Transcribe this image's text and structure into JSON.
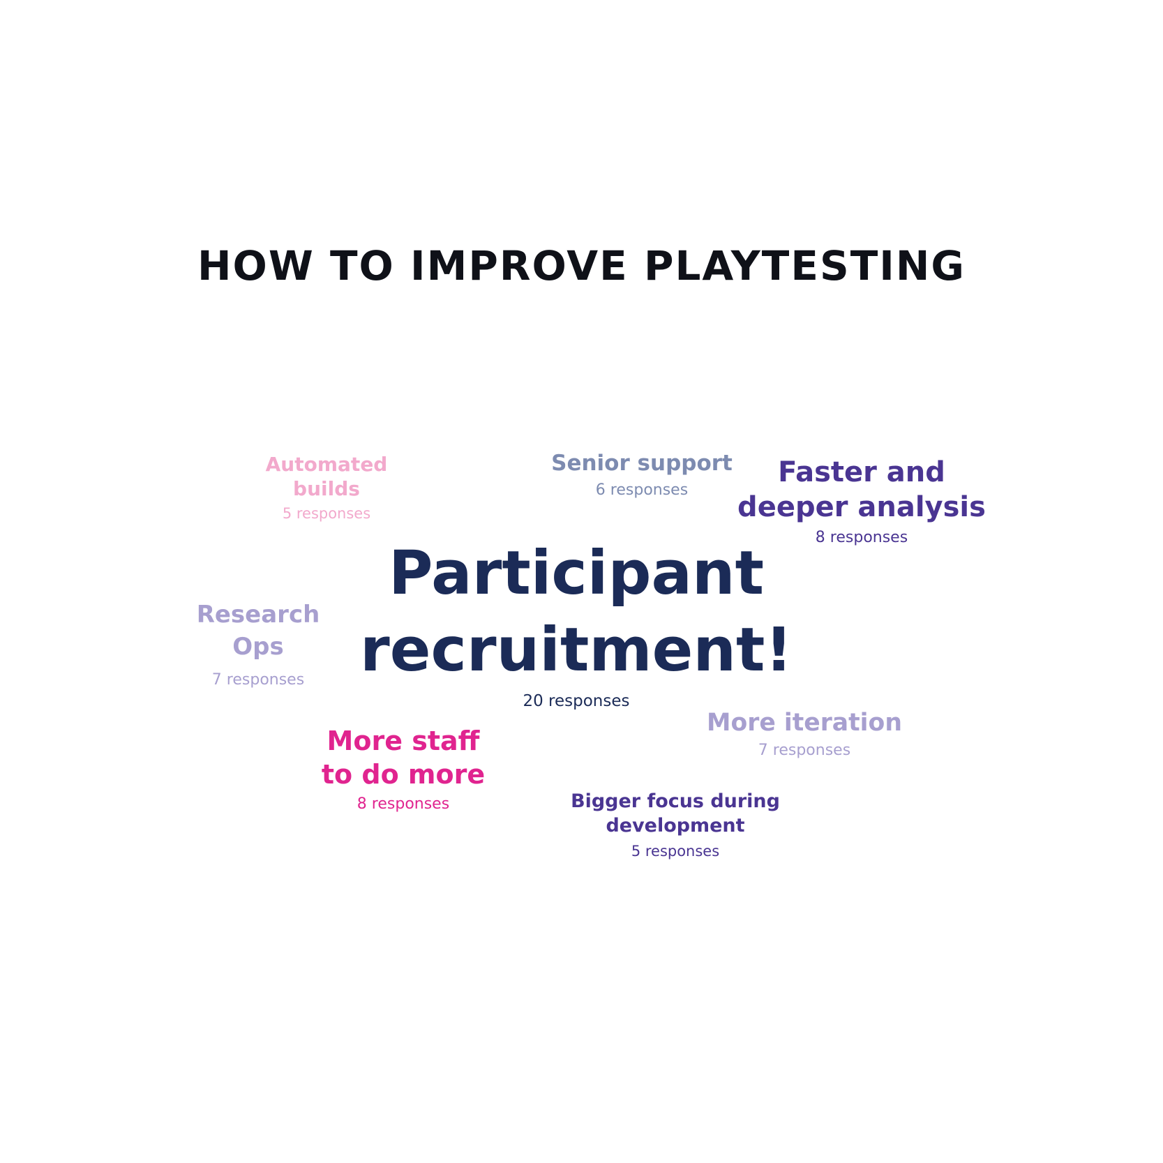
{
  "chart_data": {
    "type": "word_cloud",
    "title": "HOW TO IMPROVE PLAYTESTING",
    "unit": "responses",
    "items": [
      {
        "name": "Participant recruitment!",
        "lines": [
          "Participant",
          "recruitment!"
        ],
        "value": 20,
        "count_label": "20 responses",
        "color": "#1b2b57"
      },
      {
        "name": "Faster and deeper analysis",
        "lines": [
          "Faster and",
          "deeper analysis"
        ],
        "value": 8,
        "count_label": "8 responses",
        "color": "#4a3592"
      },
      {
        "name": "More staff to do more",
        "lines": [
          "More staff",
          "to do more"
        ],
        "value": 8,
        "count_label": "8 responses",
        "color": "#e0248f"
      },
      {
        "name": "Research Ops",
        "lines": [
          "Research",
          "Ops"
        ],
        "value": 7,
        "count_label": "7 responses",
        "color": "#a79fcf"
      },
      {
        "name": "More iteration",
        "lines": [
          "More iteration"
        ],
        "value": 7,
        "count_label": "7 responses",
        "color": "#a79fcf"
      },
      {
        "name": "Senior support",
        "lines": [
          "Senior support"
        ],
        "value": 6,
        "count_label": "6 responses",
        "color": "#7d8bb0"
      },
      {
        "name": "Automated builds",
        "lines": [
          "Automated",
          "builds"
        ],
        "value": 5,
        "count_label": "5 responses",
        "color": "#f2a9cc"
      },
      {
        "name": "Bigger focus during development",
        "lines": [
          "Bigger focus during",
          "development"
        ],
        "value": 5,
        "count_label": "5 responses",
        "color": "#4a3592"
      }
    ]
  }
}
